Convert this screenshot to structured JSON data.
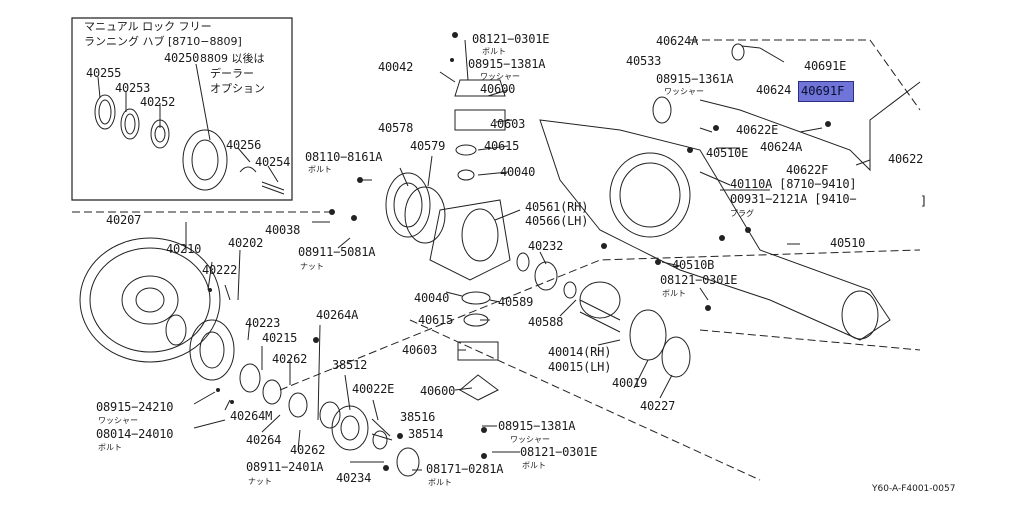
{
  "inset": {
    "title_line1": "マニュアル ロック フリー",
    "title_line2": "ランニング ハブ [8710−8809]",
    "note_line1": "8809 以後は",
    "note_line2": "デーラー",
    "note_line3": "オプション"
  },
  "labels": {
    "p40255": "40255",
    "p40253": "40253",
    "p40250": "40250",
    "p40252": "40252",
    "p40256": "40256",
    "p40254": "40254",
    "p40042": "40042",
    "p08121a": "08121−0301E",
    "p08915a": "08915−1381A",
    "p40600a": "40600",
    "p40603a": "40603",
    "p40615a": "40615",
    "p40040a": "40040",
    "p40578": "40578",
    "p40579": "40579",
    "p08110": "08110−8161A",
    "p40038": "40038",
    "p08911a": "08911−5081A",
    "p40561": "40561(RH)",
    "p40566": "40566(LH)",
    "p40232": "40232",
    "p40040b": "40040",
    "p40589": "40589",
    "p40615b": "40615",
    "p40603b": "40603",
    "p40588": "40588",
    "p40014": "40014(RH)",
    "p40015": "40015(LH)",
    "p40600b": "40600",
    "p40019": "40019",
    "p40227": "40227",
    "p08915b": "08915−1381A",
    "p08121b": "08121−0301E",
    "p40533": "40533",
    "p08915c": "08915−1361A",
    "p40624a": "40624A",
    "p40691e": "40691E",
    "p40624": "40624",
    "p40691f": "40691F",
    "p40622e": "40622E",
    "p40510e": "40510E",
    "p40624b": "40624A",
    "p40622f": "40622F",
    "p40622": "40622",
    "p40110a": "40110A [8710−9410]",
    "p00931": "00931−2121A [9410−",
    "p00931_end": "]",
    "p40510": "40510",
    "p40510b": "40510B",
    "p08121c": "08121−0301E",
    "p40207": "40207",
    "p40210": "40210",
    "p40202": "40202",
    "p40222": "40222",
    "p40223": "40223",
    "p40215": "40215",
    "p40264a": "40264A",
    "p40262a": "40262",
    "p38512": "38512",
    "p40022e": "40022E",
    "p38516": "38516",
    "p38514": "38514",
    "p08915d": "08915−24210",
    "p40264m": "40264M",
    "p08014": "08014−24010",
    "p40264": "40264",
    "p40262b": "40262",
    "p08911b": "08911−2401A",
    "p40234": "40234",
    "p08171": "08171−0281A"
  },
  "subs": {
    "bolt1": "ボルト",
    "washer1": "ワッシャー",
    "washer2": "ワッシャー",
    "bolt2": "ボルト",
    "nut1": "ナット",
    "plug": "プラグ",
    "bolt3": "ボルト",
    "washer3": "ワッシャー",
    "bolt4": "ボルト",
    "washer4": "ワッシャー",
    "bolt5": "ボルト",
    "nut2": "ナット",
    "bolt6": "ボルト"
  },
  "highlight": {
    "label": "40691F",
    "color": "#6f74d8"
  },
  "diagram_code": "Y60-A-F4001-0057"
}
